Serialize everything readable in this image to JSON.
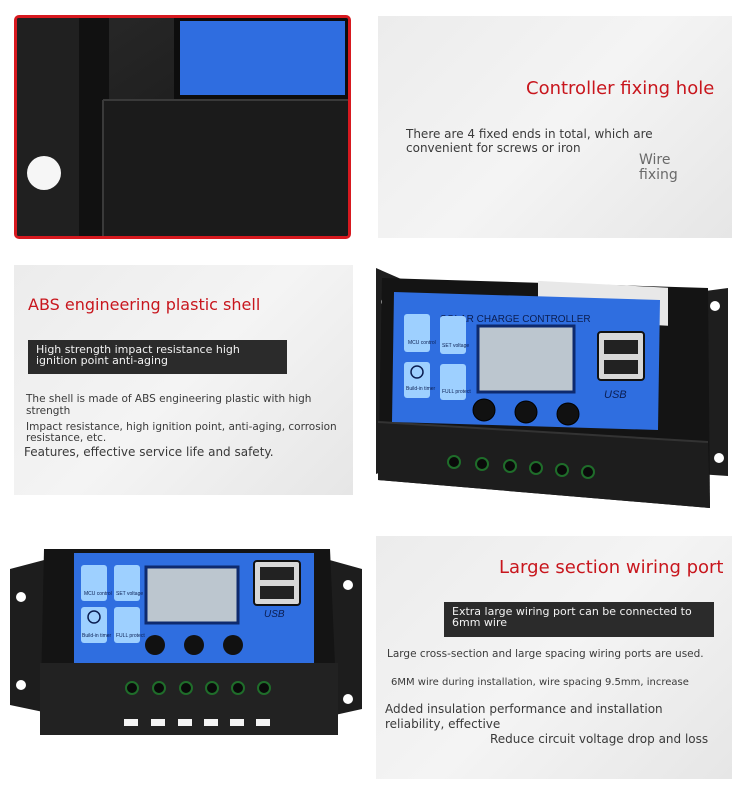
{
  "colors": {
    "accent_red": "#c8161d",
    "panel_blue": "#1f6fd1",
    "body_black": "#1c1c1c"
  },
  "section1": {
    "title": "Controller fixing hole",
    "desc": "There are 4 fixed ends in total, which are convenient for screws or iron",
    "note_line1": "Wire",
    "note_line2": "fixing"
  },
  "section2": {
    "title": "ABS engineering plastic shell",
    "banner": "High strength impact resistance high ignition point anti-aging",
    "p1": "The shell is made of ABS engineering plastic with high strength",
    "p2": "Impact resistance, high ignition point, anti-aging, corrosion resistance, etc.",
    "p3": "Features, effective service life and safety."
  },
  "section3": {
    "title": "Large section wiring port",
    "banner": "Extra large wiring port can be connected to 6mm wire",
    "p1": "Large cross-section and large spacing wiring ports are used.",
    "p2": "6MM wire during installation, wire spacing 9.5mm, increase",
    "p3": "Added insulation performance and installation reliability, effective",
    "p4": "Reduce circuit voltage drop and loss"
  },
  "device": {
    "panel_title": "SOLAR CHARGE CONTROLLER",
    "usb_label": "USB",
    "btn_mcu": "MCU control",
    "btn_set": "SET voltage",
    "btn_timer": "Build-in timer",
    "btn_full": "FULL protect"
  }
}
